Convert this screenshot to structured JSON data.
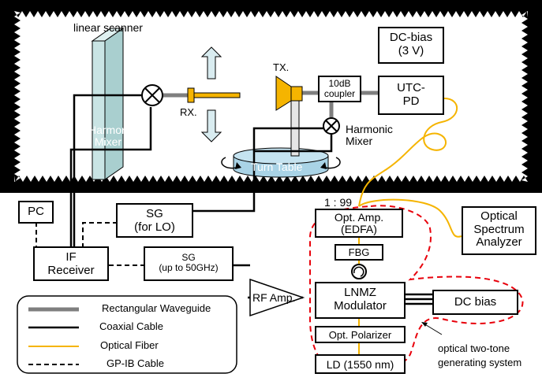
{
  "labels": {
    "linear_scanner": "linear scanner",
    "harmonic_mixer_left": "Harmonic\nMixer",
    "rx": "RX.",
    "tx": "TX.",
    "coupler": "10dB\ncoupler",
    "utc_pd": "UTC-\nPD",
    "dc_bias_top": "DC-bias\n(3 V)",
    "harmonic_mixer_right": "Harmonic\nMixer",
    "turn_table": "Turn Table",
    "ratio": "1 : 99",
    "pc": "PC",
    "sg_lo": "SG\n(for LO)",
    "if_receiver": "IF\nReceiver",
    "sg_50": "SG\n(up to 50GHz)",
    "opt_amp": "Opt. Amp.\n(EDFA)",
    "fbg": "FBG",
    "osa": "Optical\nSpectrum\nAnalyzer",
    "rf_amp": "RF Amp.",
    "lnmz": "LNMZ\nModulator",
    "dc_bias_bottom": "DC bias",
    "opt_polarizer": "Opt. Polarizer",
    "ld": "LD (1550 nm)",
    "two_tone": "optical two-tone\ngenerating system"
  },
  "legend": {
    "items": [
      {
        "label": "Rectangular Waveguide",
        "style": "waveguide"
      },
      {
        "label": "Coaxial Cable",
        "style": "coax"
      },
      {
        "label": "Optical Fiber",
        "style": "fiber"
      },
      {
        "label": "GP-IB Cable",
        "style": "gpib"
      }
    ]
  },
  "colors": {
    "waveguide": "#7f7f7f",
    "coax": "#000000",
    "fiber": "#f5b400",
    "gpib": "#000000",
    "dashed_region": "#e8000b",
    "scanner_fill": "#c9e4e4",
    "turntable_fill": "#c5e3f0",
    "horn_fill": "#f5b400"
  }
}
